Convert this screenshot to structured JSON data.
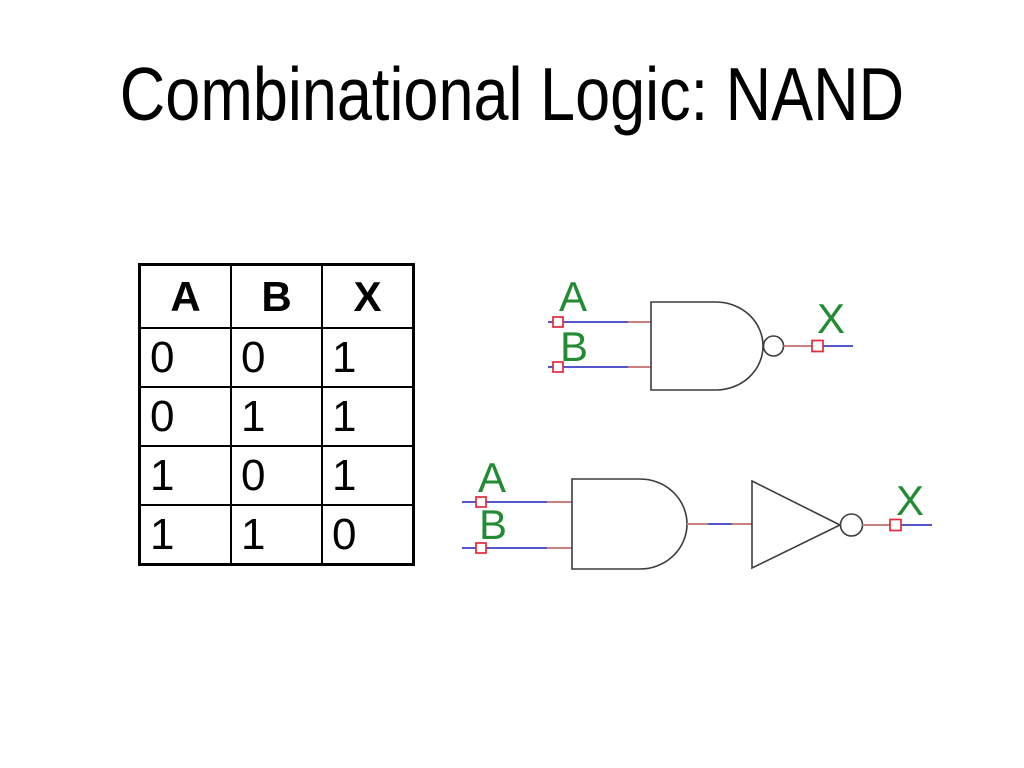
{
  "slide": {
    "title": "Combinational Logic: NAND"
  },
  "truth_table": {
    "headers": [
      "A",
      "B",
      "X"
    ],
    "rows": [
      [
        "0",
        "0",
        "1"
      ],
      [
        "0",
        "1",
        "1"
      ],
      [
        "1",
        "0",
        "1"
      ],
      [
        "1",
        "1",
        "0"
      ]
    ]
  },
  "circuits": {
    "nand": {
      "input_a": "A",
      "input_b": "B",
      "output": "X"
    },
    "and_not": {
      "input_a": "A",
      "input_b": "B",
      "output": "X"
    }
  },
  "colors": {
    "label_green": "#228b33",
    "wire_blue": "#5555cc",
    "wire_salmon": "#c88080",
    "terminal_red": "#e5283c",
    "gate_stroke": "#3c3c3c"
  }
}
